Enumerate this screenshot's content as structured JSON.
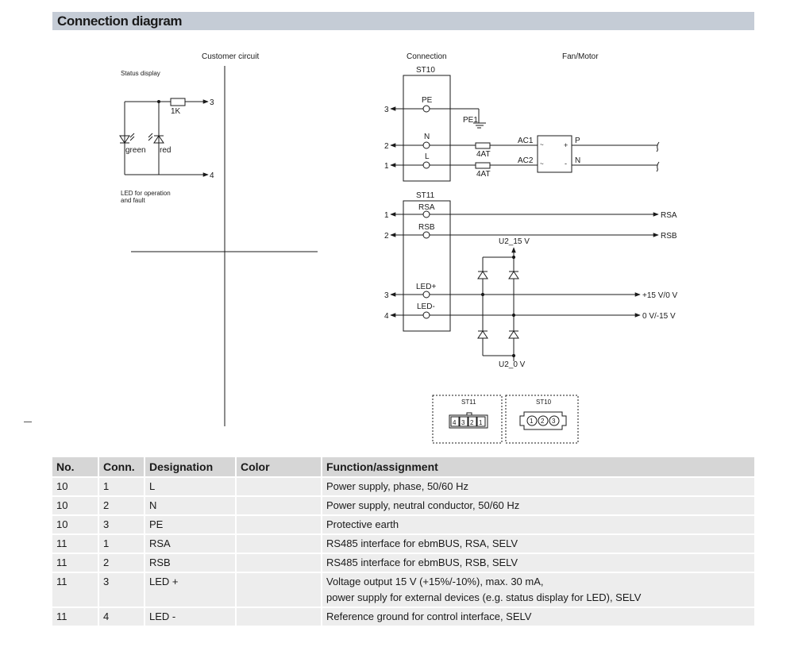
{
  "title": "Connection diagram",
  "customer": {
    "header": "Customer circuit",
    "status_display": "Status display",
    "resistor": "1K",
    "terminal_3": "3",
    "terminal_4": "4",
    "led_green": "green",
    "led_red": "red",
    "note_line1": "LED for operation",
    "note_line2": "and fault"
  },
  "connection": {
    "header": "Connection",
    "fan_header": "Fan/Motor",
    "st10": {
      "label": "ST10",
      "pins": [
        {
          "num": "3",
          "name": "PE"
        },
        {
          "num": "2",
          "name": "N"
        },
        {
          "num": "1",
          "name": "L"
        }
      ],
      "pe1": "PE1",
      "fuse_label": "4AT",
      "ac1": "AC1",
      "ac2": "AC2",
      "out_p": "P",
      "out_n": "N",
      "rect_plus": "+",
      "rect_minus": "-",
      "rect_tilde": "~"
    },
    "st11": {
      "label": "ST11",
      "pins": [
        {
          "num": "1",
          "name": "RSA",
          "out": "RSA"
        },
        {
          "num": "2",
          "name": "RSB",
          "out": "RSB"
        },
        {
          "num": "3",
          "name": "LED+",
          "out": "+15 V/0 V"
        },
        {
          "num": "4",
          "name": "LED-",
          "out": "0 V/-15 V"
        }
      ],
      "u2_15v": "U2_15 V",
      "u2_0v": "U2_0 V"
    }
  },
  "connectors": {
    "st11": {
      "label": "ST11",
      "pins": [
        "4",
        "3",
        "2",
        "1"
      ]
    },
    "st10": {
      "label": "ST10",
      "pins": [
        "1",
        "2",
        "3"
      ]
    }
  },
  "table": {
    "headers": [
      "No.",
      "Conn.",
      "Designation",
      "Color",
      "Function/assignment"
    ],
    "rows": [
      {
        "no": "10",
        "conn": "1",
        "designation": "L",
        "color": "",
        "function": [
          "Power supply, phase, 50/60 Hz"
        ]
      },
      {
        "no": "10",
        "conn": "2",
        "designation": "N",
        "color": "",
        "function": [
          "Power supply, neutral conductor, 50/60 Hz"
        ]
      },
      {
        "no": "10",
        "conn": "3",
        "designation": "PE",
        "color": "",
        "function": [
          "Protective earth"
        ]
      },
      {
        "no": "11",
        "conn": "1",
        "designation": "RSA",
        "color": "",
        "function": [
          "RS485 interface for ebmBUS, RSA, SELV"
        ]
      },
      {
        "no": "11",
        "conn": "2",
        "designation": "RSB",
        "color": "",
        "function": [
          "RS485 interface for ebmBUS, RSB, SELV"
        ]
      },
      {
        "no": "11",
        "conn": "3",
        "designation": "LED +",
        "color": "",
        "function": [
          "Voltage output 15 V (+15%/-10%), max. 30 mA,",
          "power supply for external devices (e.g. status display for LED), SELV"
        ]
      },
      {
        "no": "11",
        "conn": "4",
        "designation": "LED -",
        "color": "",
        "function": [
          "Reference ground for control interface, SELV"
        ]
      }
    ]
  }
}
